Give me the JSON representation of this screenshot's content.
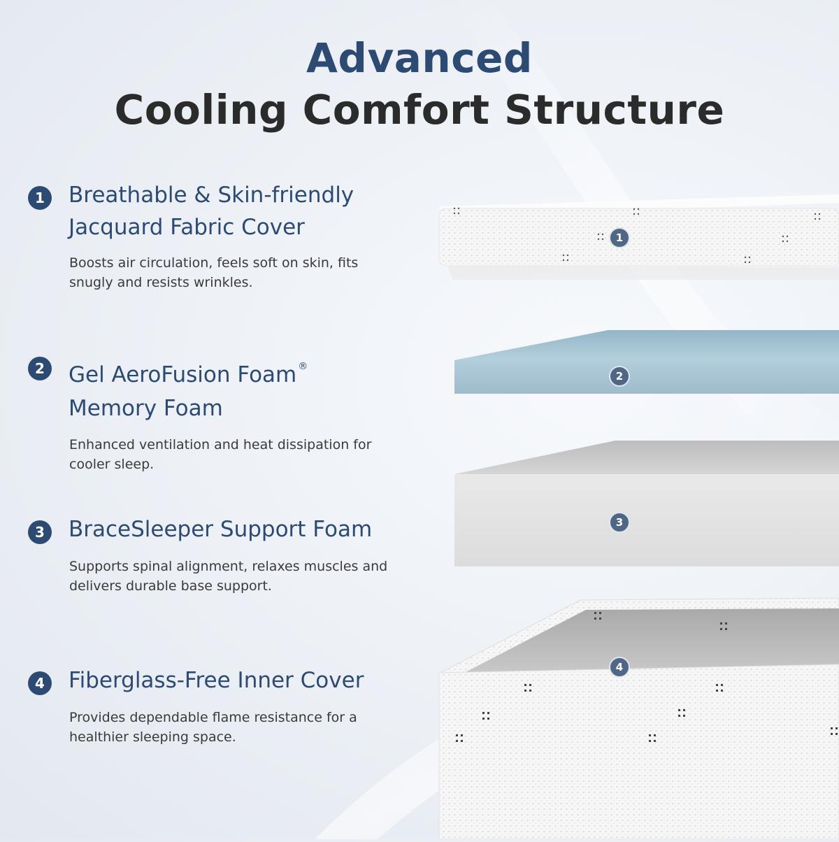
{
  "header": {
    "line1": "Advanced",
    "line2": "Cooling Comfort Structure"
  },
  "features": [
    {
      "number": "1",
      "heading_line1": "Breathable & Skin-friendly",
      "heading_line2": "Jacquard Fabric Cover",
      "description": "Boosts air circulation, feels soft on skin, fits snugly and resists wrinkles."
    },
    {
      "number": "2",
      "heading_line1": "Gel AeroFusion Foam",
      "trademark": "®",
      "heading_line2": "Memory Foam",
      "description": "Enhanced ventilation and heat dissipation for cooler sleep."
    },
    {
      "number": "3",
      "heading_line1": "BraceSleeper Support Foam",
      "description": "Supports spinal alignment, relaxes muscles and delivers durable base support."
    },
    {
      "number": "4",
      "heading_line1": "Fiberglass-Free Inner Cover",
      "description": "Provides dependable flame resistance for a healthier sleeping space."
    }
  ],
  "layers": [
    {
      "label": "1"
    },
    {
      "label": "2"
    },
    {
      "label": "3"
    },
    {
      "label": "4"
    }
  ],
  "colors": {
    "accent_navy": "#2d4a72",
    "title_dark": "#2b2b2b",
    "gel_blue": "#a9c6d6",
    "support_gray": "#e2e2e2",
    "fabric_white": "#f8f8f8"
  },
  "icons": {
    "badge": "numbered-circle-icon"
  }
}
